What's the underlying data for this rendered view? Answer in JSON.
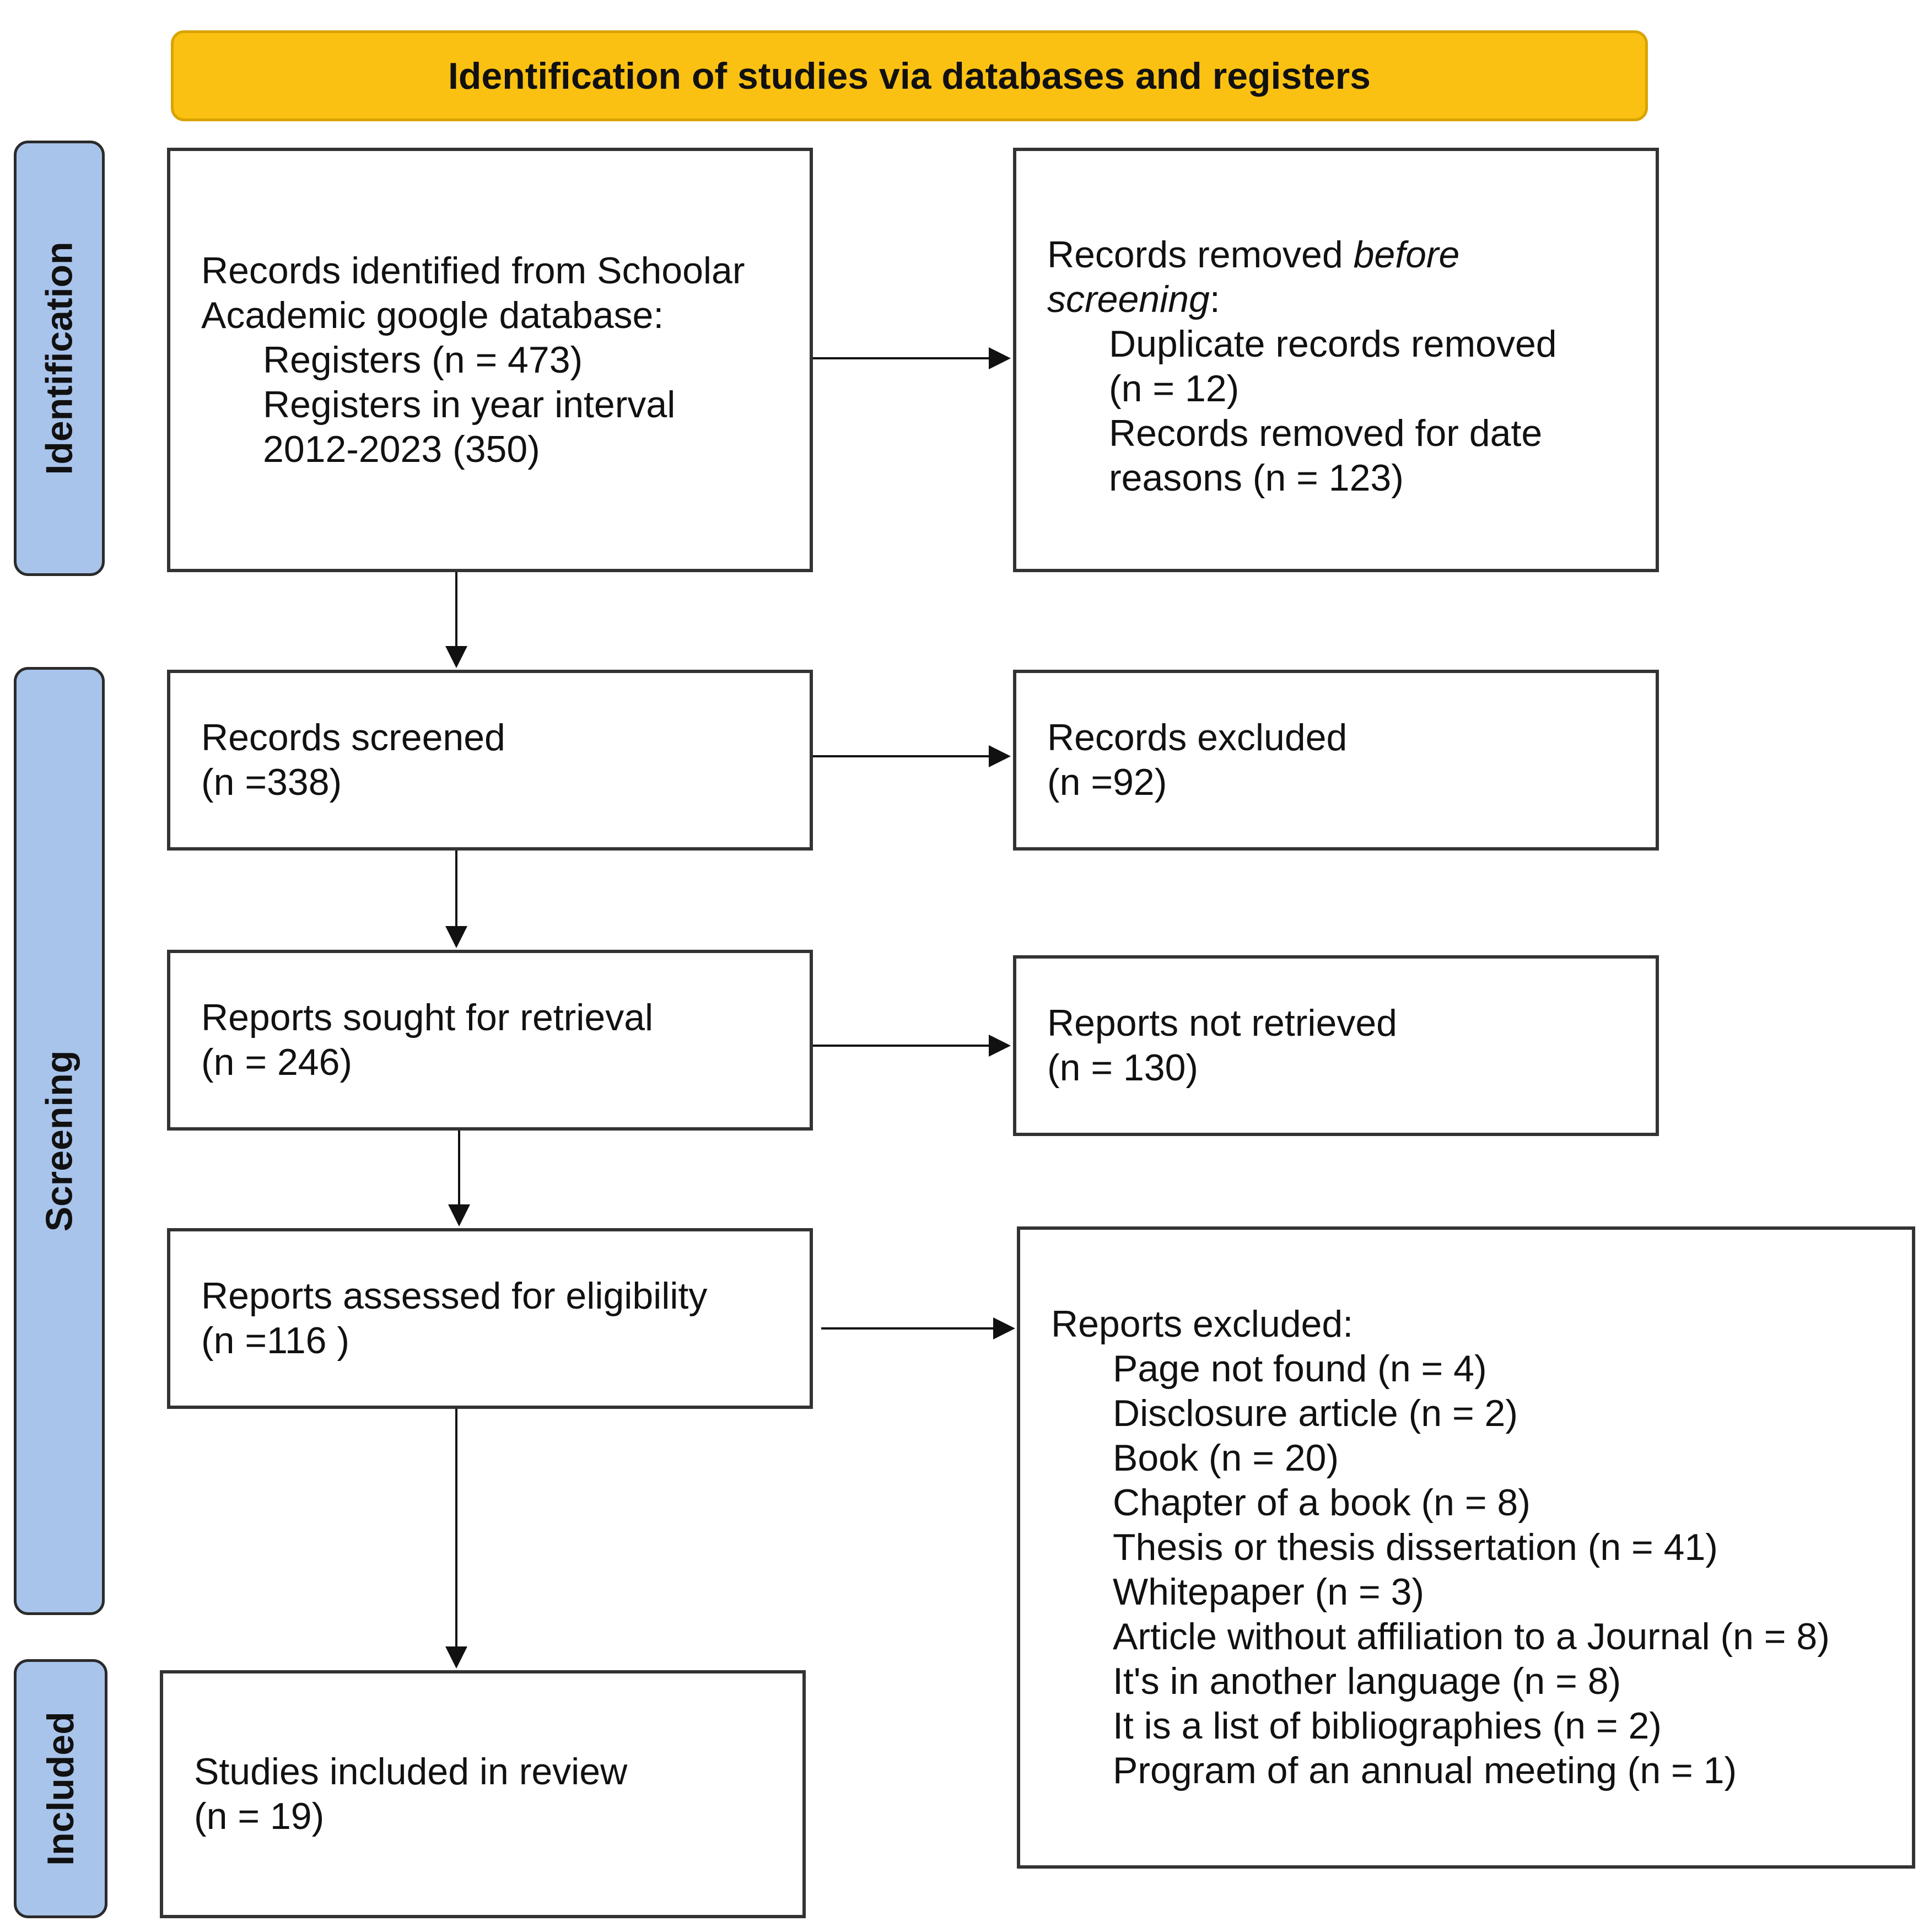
{
  "header": {
    "title": "Identification of studies via databases and registers"
  },
  "phases": {
    "identification": "Identification",
    "screening": "Screening",
    "included": "Included"
  },
  "identified": {
    "line1": "Records identified from Schoolar",
    "line2": "Academic google database:",
    "line3": "Registers (n = 473)",
    "line4": "Registers in year interval",
    "line5": "2012-2023 (350)"
  },
  "removed_before": {
    "prefix": "Records removed ",
    "italic1": "before",
    "italic2": "screening",
    "suffix": ":",
    "line3": "Duplicate records removed",
    "line4": "(n = 12)",
    "line5": "Records removed for date",
    "line6": "reasons (n = 123)"
  },
  "screened": {
    "line1": "Records screened",
    "line2": "(n =338)"
  },
  "excluded_records": {
    "line1": "Records excluded",
    "line2": "(n =92)"
  },
  "sought": {
    "line1": "Reports sought for retrieval",
    "line2": "(n = 246)"
  },
  "not_retrieved": {
    "line1": "Reports not retrieved",
    "line2": "(n = 130)"
  },
  "assessed": {
    "line1": "Reports assessed for eligibility",
    "line2": "(n =116 )"
  },
  "reports_excluded": {
    "title": "Reports excluded:",
    "items": [
      "Page not found (n = 4)",
      "Disclosure article (n = 2)",
      "Book (n = 20)",
      "Chapter of a book (n = 8)",
      "Thesis or  thesis dissertation (n = 41)",
      "Whitepaper (n = 3)",
      "Article without affiliation to a Journal (n = 8)",
      "It's in another language (n = 8)",
      "It is a list of bibliographies (n = 2)",
      "Program of an annual meeting (n = 1)"
    ]
  },
  "included": {
    "line1": "Studies included in review",
    "line2": "(n = 19)"
  }
}
